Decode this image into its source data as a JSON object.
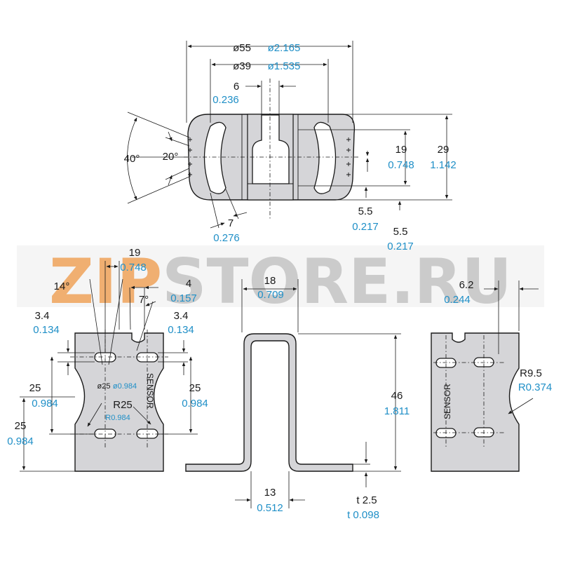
{
  "watermark": {
    "text": "ZIPSTORE.RU",
    "color_letters": "#f0a35a",
    "color_rest": "#c4c4c4"
  },
  "colors": {
    "metric": "#1a1a1a",
    "imperial": "#1f8fc7",
    "part_fill": "#d5d5d8"
  },
  "top_view": {
    "outer_diameter": {
      "mm": "ø55",
      "inch": "ø2.165"
    },
    "slot_diameter": {
      "mm": "ø39",
      "inch": "ø1.535"
    },
    "slot_gap": {
      "mm": "6",
      "inch": "0.236"
    },
    "angle_outer": "40°",
    "angle_inner": "20°",
    "slot_length": {
      "mm": "19",
      "inch": "0.748"
    },
    "height": {
      "mm": "29",
      "inch": "1.142"
    },
    "slot_width": {
      "mm": "7",
      "inch": "0.276"
    },
    "offset_a": {
      "mm": "5.5",
      "inch": "0.217"
    },
    "offset_b": {
      "mm": "5.5",
      "inch": "0.217"
    }
  },
  "left_view": {
    "hole_spacing": {
      "mm": "19",
      "inch": "0.748"
    },
    "angle_a": "14°",
    "angle_b": "7°",
    "notch": {
      "mm": "4",
      "inch": "0.157"
    },
    "edge_left": {
      "mm": "3.4",
      "inch": "0.134"
    },
    "edge_right": {
      "mm": "3.4",
      "inch": "0.134"
    },
    "vert_left": {
      "mm": "25",
      "inch": "0.984"
    },
    "vert_right": {
      "mm": "25",
      "inch": "0.984"
    },
    "bottom": {
      "mm": "25",
      "inch": "0.984"
    },
    "circle": {
      "mm": "ø25",
      "inch": "ø0.984"
    },
    "radius": {
      "mm": "R25",
      "inch": "R0.984"
    },
    "label": "SENSOR"
  },
  "front_view": {
    "top_width": {
      "mm": "18",
      "inch": "0.709"
    },
    "height": {
      "mm": "46",
      "inch": "1.811"
    },
    "bottom_width": {
      "mm": "13",
      "inch": "0.512"
    },
    "thickness": {
      "mm": "t 2.5",
      "inch": "t 0.098"
    }
  },
  "right_view": {
    "offset": {
      "mm": "6.2",
      "inch": "0.244"
    },
    "radius": {
      "mm": "R9.5",
      "inch": "R0.374"
    },
    "label": "SENSOR"
  }
}
